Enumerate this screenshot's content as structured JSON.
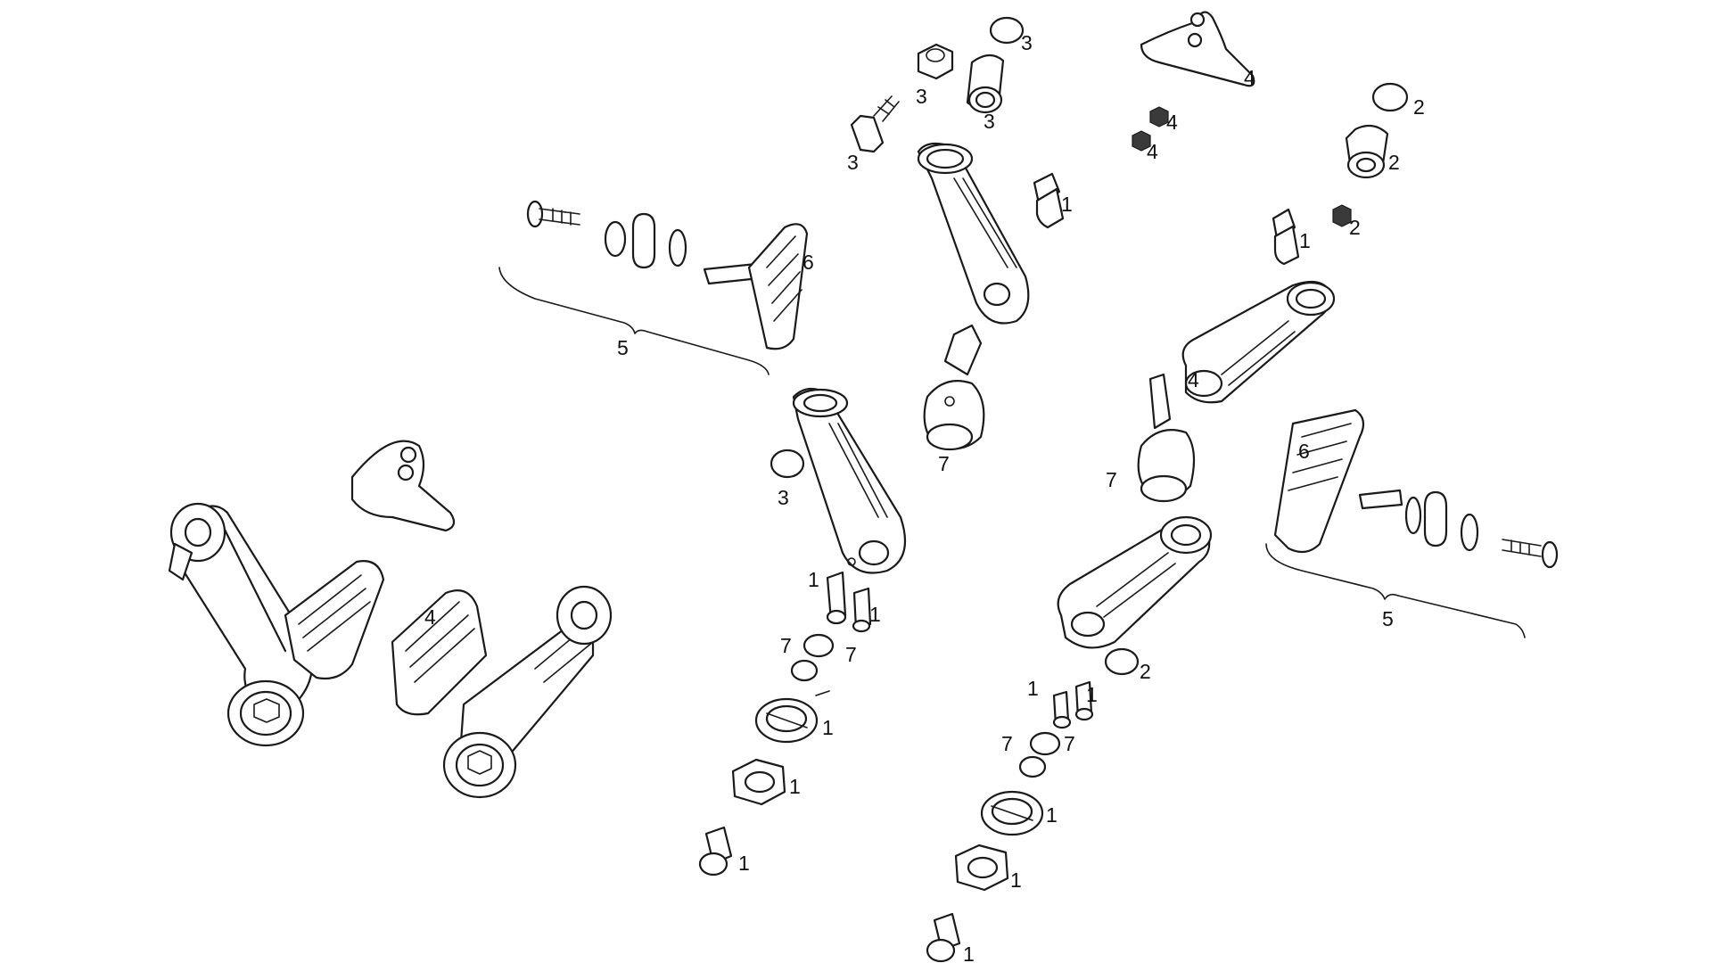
{
  "callouts": {
    "c1": "3",
    "c2": "3",
    "c3": "3",
    "c4": "3",
    "c5": "4",
    "c6": "4",
    "c7": "4",
    "c8": "2",
    "c9": "2",
    "c10": "2",
    "c11": "1",
    "c12": "1",
    "c13": "6",
    "c14": "5",
    "c15": "7",
    "c16": "4",
    "c17": "7",
    "c18": "6",
    "c19": "3",
    "c20": "5",
    "c21": "1",
    "c22": "1",
    "c23": "7",
    "c24": "7",
    "c25": "1",
    "c26": "1",
    "c27": "1",
    "c28": "2",
    "c29": "1",
    "c30": "1",
    "c31": "7",
    "c32": "7",
    "c33": "1",
    "c34": "1",
    "c35": "1",
    "c36": "4"
  }
}
